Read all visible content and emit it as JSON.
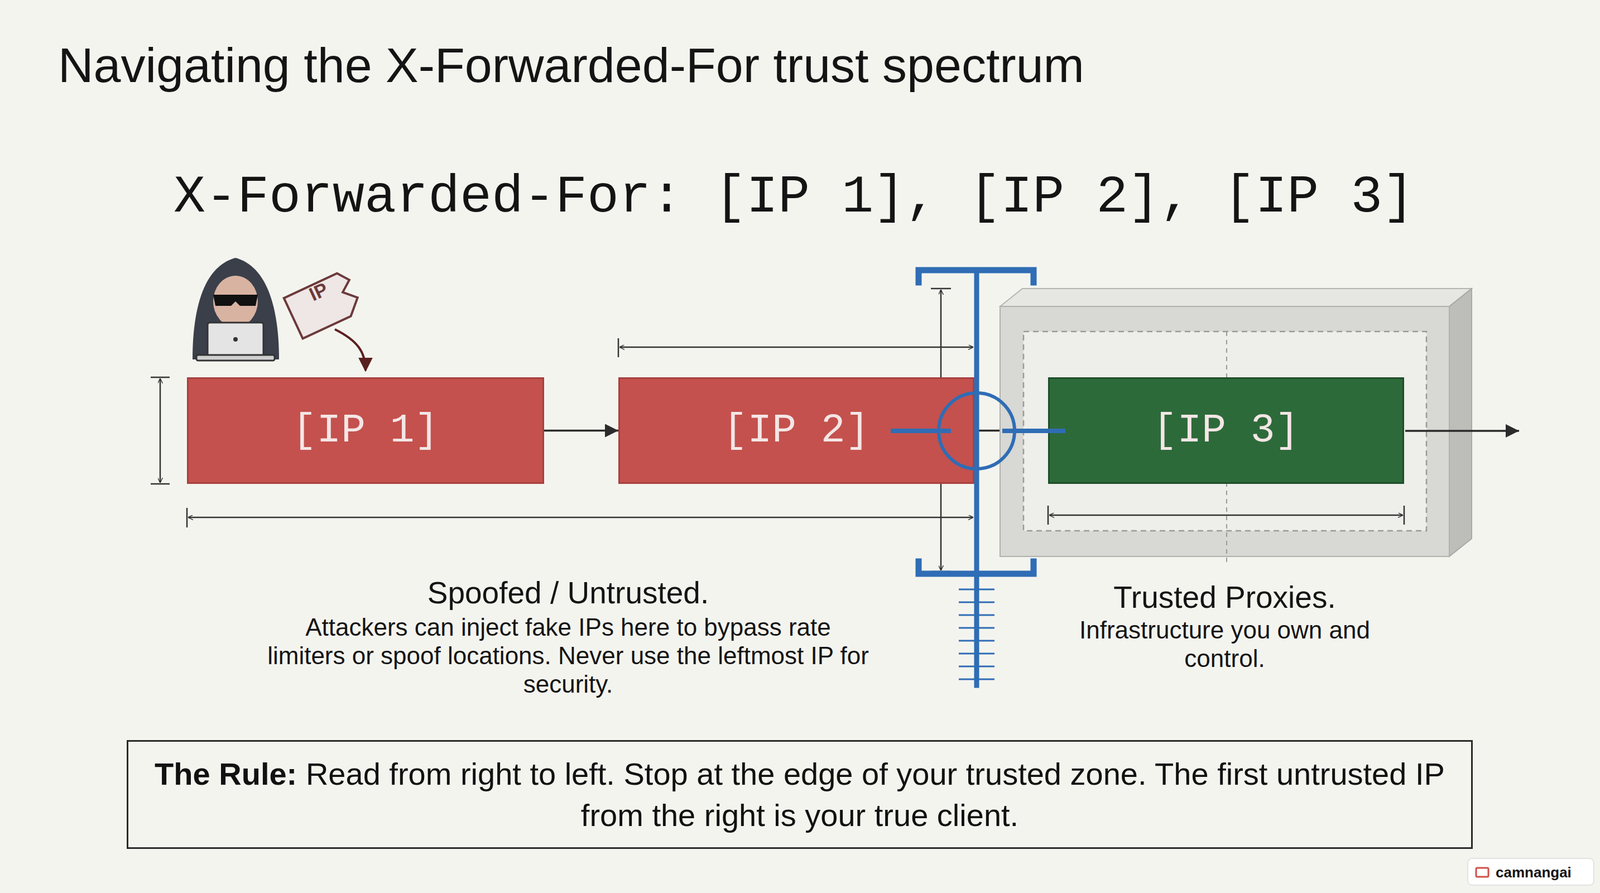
{
  "diagram": {
    "title": "Navigating the X-Forwarded-For trust spectrum",
    "nodes": [
      {
        "text": [
          "[IP 1]"
        ]
      },
      {
        "text": [
          "[IP 2]"
        ]
      },
      {
        "text": [
          "Trusted Proxies.",
          "Infrastructure you own and control."
        ]
      },
      {
        "text": [
          "[IP 3]"
        ],
        "in": 2
      },
      {
        "text": [
          "The Rule:",
          "Read from right to left. Stop at the edge of your trusted zone. The first untrusted IP from the right is your true client."
        ]
      }
    ],
    "edges": [
      {
        "from": 0,
        "to": 1,
        "arrow": "to"
      },
      {
        "from": 1,
        "to": 3,
        "arrow": "to"
      }
    ],
    "labels": [
      "X-Forwarded-For: [IP 1], [IP 2], [IP 3]",
      "IP",
      "Spoofed / Untrusted.",
      "Attackers can inject fake IPs here to bypass rate limiters or spoof locations. Never use the leftmost IP for security.",
      "camnangai"
    ]
  }
}
